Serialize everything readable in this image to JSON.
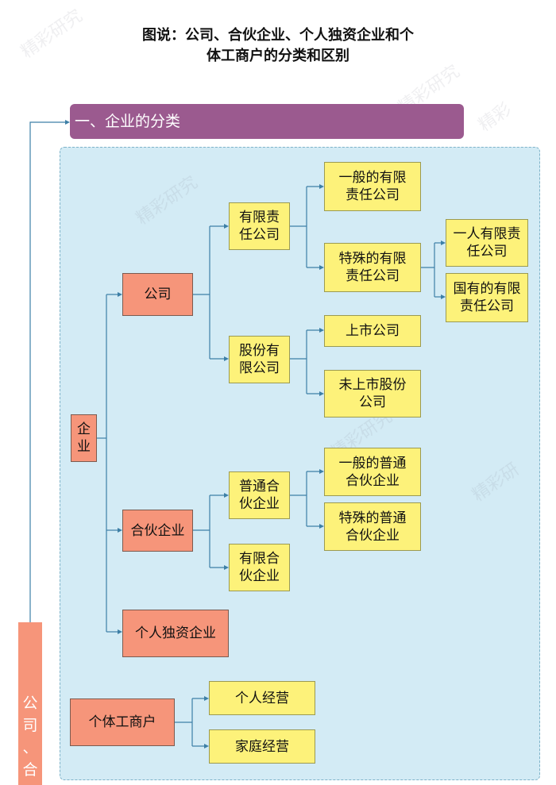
{
  "title": {
    "line1": "图说：公司、合伙企业、个人独资企业和个",
    "line2": "体工商户的分类和区别"
  },
  "section": {
    "heading": "一、企业的分类"
  },
  "side_tab": {
    "chars": [
      "公",
      "司",
      "、",
      "合"
    ]
  },
  "nodes": {
    "enterprise": "企业",
    "company": "公司",
    "limited_liability": "有限责任公司",
    "general_llc": "一般的有限责任公司",
    "special_llc": "特殊的有限责任公司",
    "one_person_llc": "一人有限责任公司",
    "state_owned_llc": "国有的有限责任公司",
    "joint_stock": "股份有限公司",
    "listed": "上市公司",
    "unlisted": "未上市股份公司",
    "partnership": "合伙企业",
    "general_partnership": "普通合伙企业",
    "ordinary_general": "一般的普通合伙企业",
    "special_general": "特殊的普通合伙企业",
    "limited_partnership": "有限合伙企业",
    "sole_proprietorship": "个人独资企业",
    "individual_business": "个体工商户",
    "individual_operation": "个人经营",
    "family_operation": "家庭经营"
  },
  "colors": {
    "section_bar": "#9b5a8f",
    "panel": "#d3ebf5",
    "orange_node": "#f6957a",
    "yellow_node": "#fdf27a",
    "connector": "#3d7fa6"
  }
}
